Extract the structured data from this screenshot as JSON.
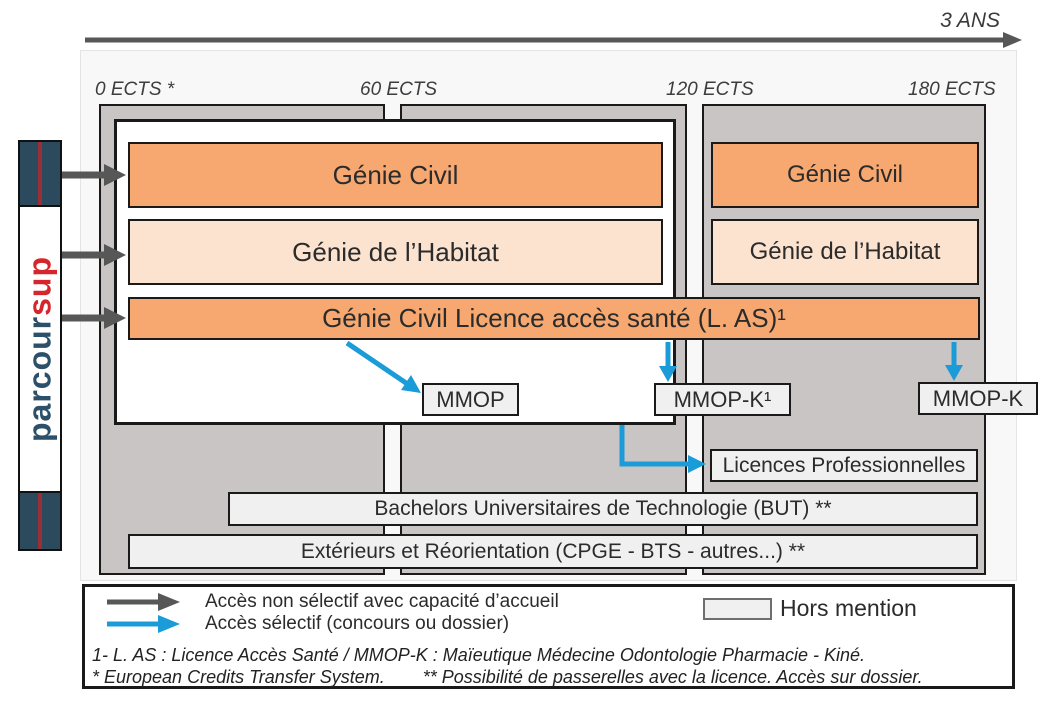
{
  "colors": {
    "orange": "#f6a870",
    "peach": "#fbe3d0",
    "column_gray": "#c9c5c4",
    "light_box_fill": "#f0f0f0",
    "arrow_gray": "#575757",
    "arrow_blue": "#1b9cd8",
    "logo_navy_bg": "#2b4a5e",
    "logo_navy_text": "#2c5069",
    "logo_red_text": "#d6252b",
    "logo_red_stripe": "#993038"
  },
  "timeline": {
    "duration_label": "3 ANS",
    "ects_labels": [
      "0 ECTS *",
      "60 ECTS",
      "120 ECTS",
      "180 ECTS"
    ]
  },
  "logo": {
    "part1": "parcour",
    "part2": "sup"
  },
  "diagram": {
    "licence_boxes": [
      {
        "label": "Génie Civil"
      },
      {
        "label": "Génie de l’Habitat"
      },
      {
        "label": "Génie Civil Licence accès santé (L. AS)¹"
      }
    ],
    "year3_boxes": [
      {
        "label": "Génie Civil"
      },
      {
        "label": "Génie de l’Habitat"
      }
    ],
    "health_boxes": [
      {
        "label": "MMOP"
      },
      {
        "label": "MMOP-K¹"
      },
      {
        "label": "MMOP-K"
      }
    ],
    "other_paths": [
      {
        "label": "Licences Professionnelles"
      },
      {
        "label": "Bachelors Universitaires de Technologie (BUT) **"
      },
      {
        "label": "Extérieurs et Réorientation (CPGE - BTS - autres...) **"
      }
    ]
  },
  "legend": {
    "non_selective": "Accès non sélectif avec capacité d’accueil",
    "selective": "Accès sélectif (concours ou dossier)",
    "hors_mention": "Hors mention",
    "footnote1": "1- L. AS : Licence Accès Santé / MMOP-K : Maïeutique Médecine Odontologie Pharmacie - Kiné.",
    "footnote2a": "* European Credits Transfer System.",
    "footnote2b": "** Possibilité de passerelles avec la licence. Accès sur dossier."
  }
}
